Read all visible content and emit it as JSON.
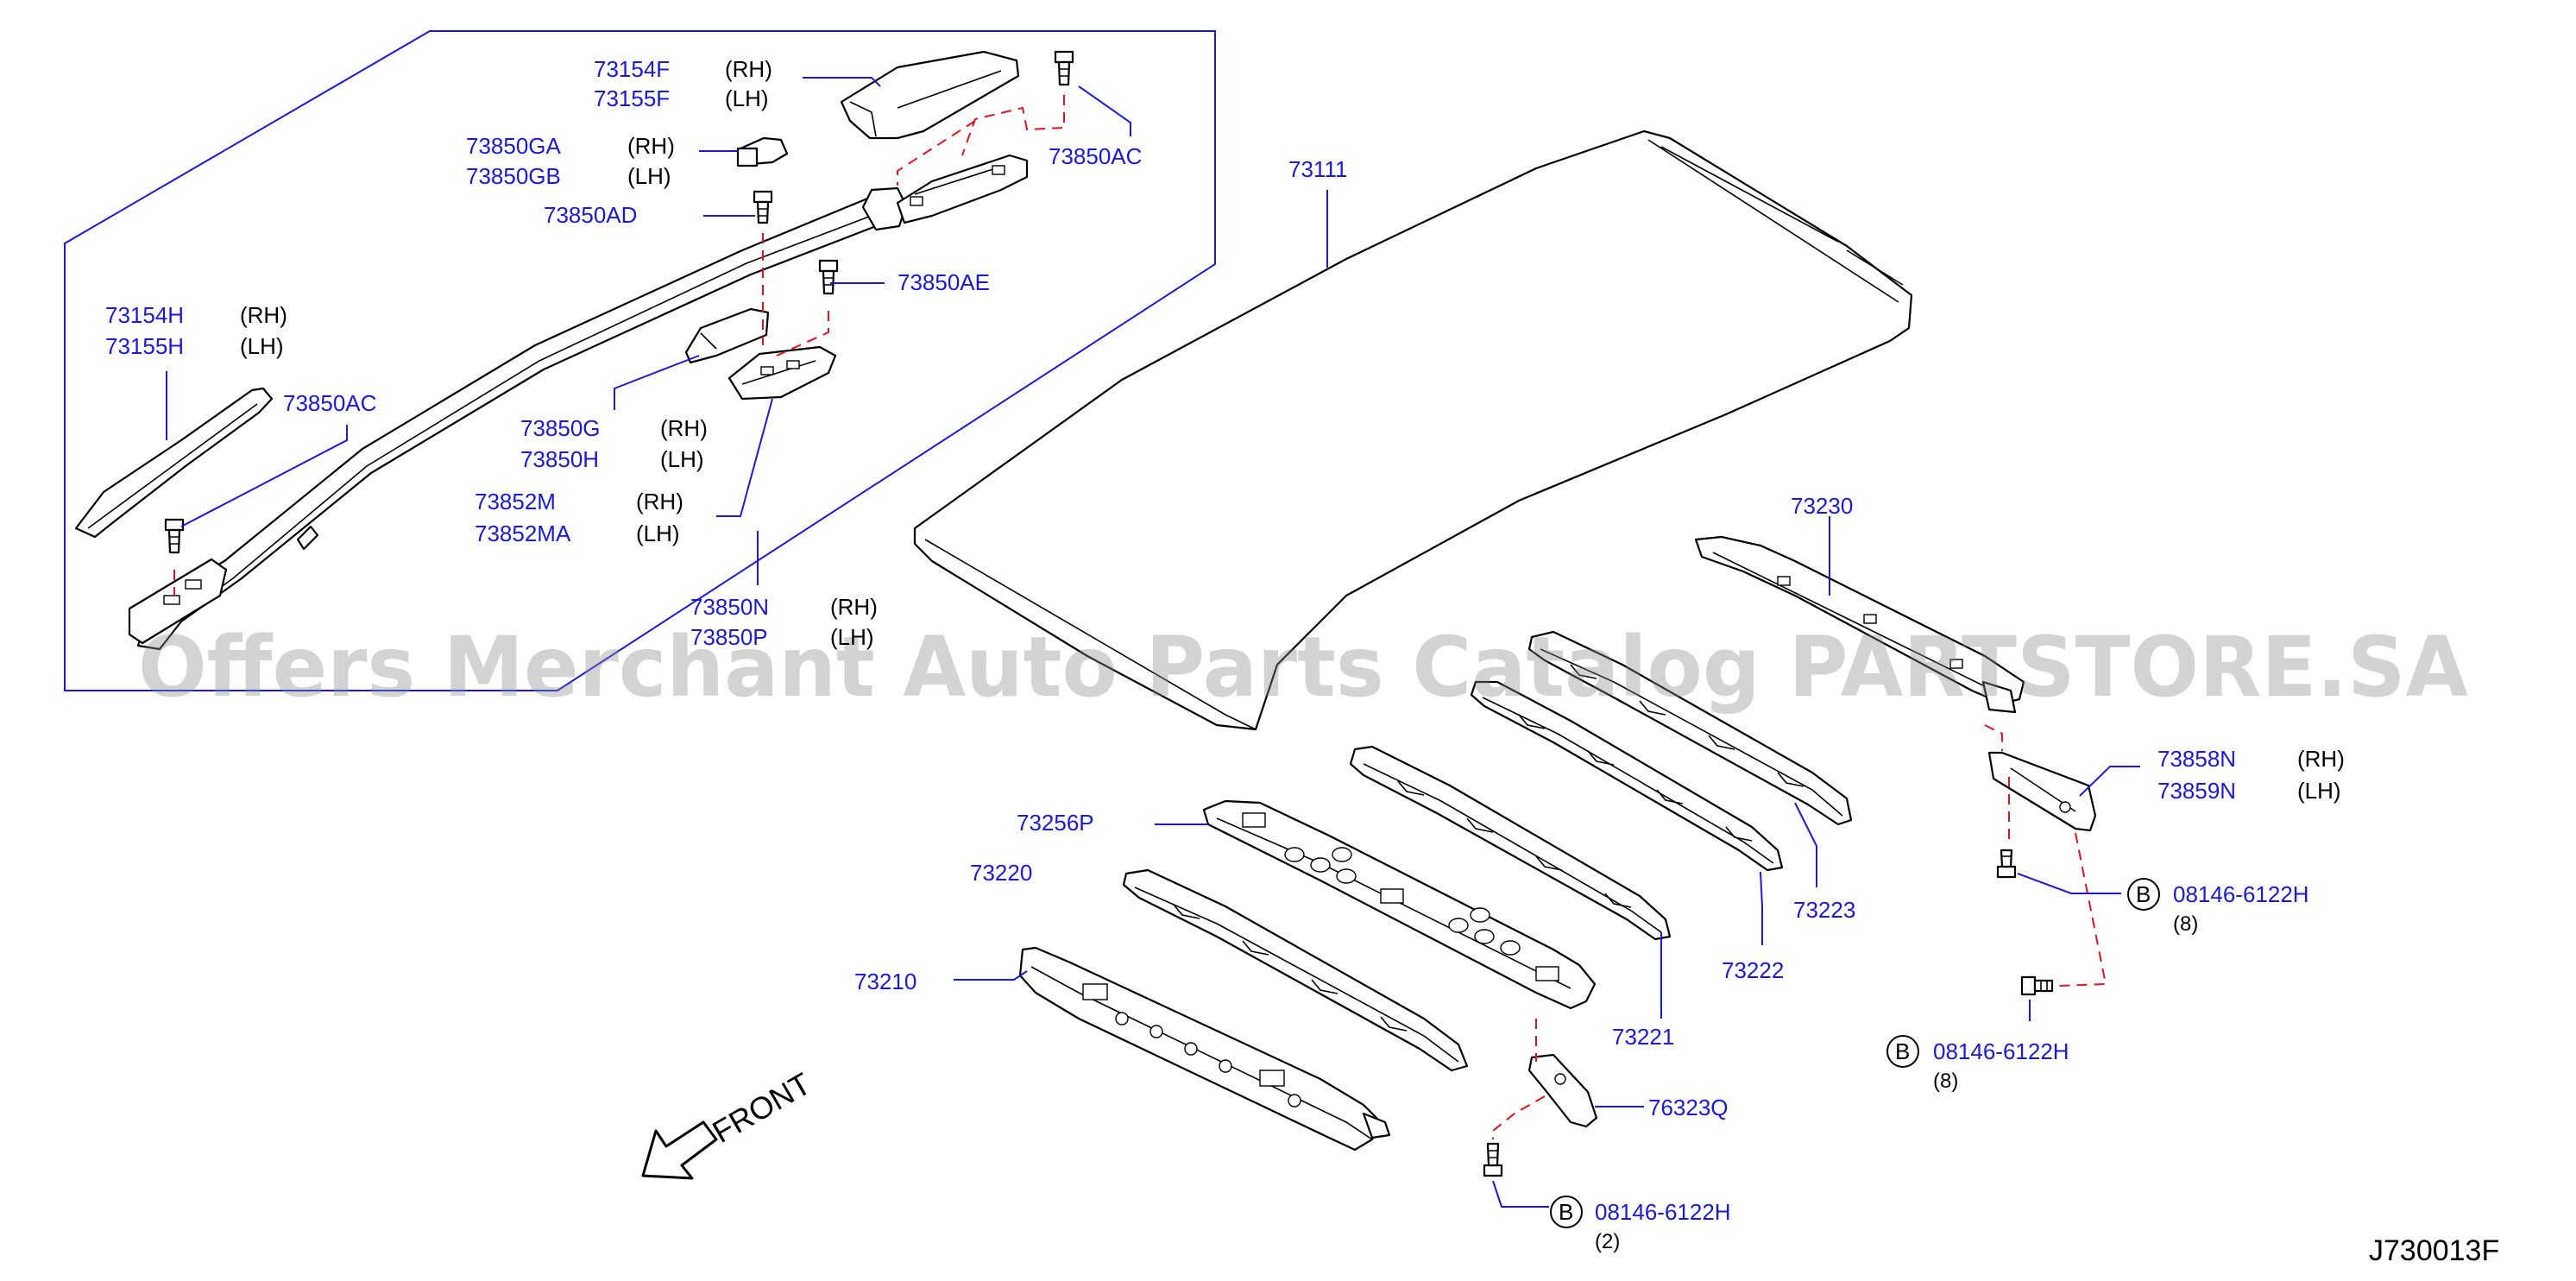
{
  "diagram_code": "J730013F",
  "watermark": "Offers Merchant Auto Parts Catalog PARTSTORE.SA",
  "front_label": "FRONT",
  "bolt_symbol": "B",
  "callouts": {
    "p73154F": "73154F",
    "p73155F": "73155F",
    "p73850GA": "73850GA",
    "p73850GB": "73850GB",
    "p73850AD": "73850AD",
    "p73850AC_top": "73850AC",
    "p73850AE": "73850AE",
    "p73154H": "73154H",
    "p73155H": "73155H",
    "p73850AC_left": "73850AC",
    "p73850G": "73850G",
    "p73850H": "73850H",
    "p73852M": "73852M",
    "p73852MA": "73852MA",
    "p73850N": "73850N",
    "p73850P": "73850P",
    "p73111": "73111",
    "p73230": "73230",
    "p73858N": "73858N",
    "p73859N": "73859N",
    "p73223": "73223",
    "p73222": "73222",
    "p73221": "73221",
    "p73256P": "73256P",
    "p73220": "73220",
    "p73210": "73210",
    "p76323Q": "76323Q",
    "bolt1": "08146-6122H",
    "bolt2": "08146-6122H",
    "bolt3": "08146-6122H"
  },
  "sides": {
    "rh": "(RH)",
    "lh": "(LH)"
  },
  "quantities": {
    "bolt1": "(8)",
    "bolt2": "(8)",
    "bolt3": "(2)"
  }
}
